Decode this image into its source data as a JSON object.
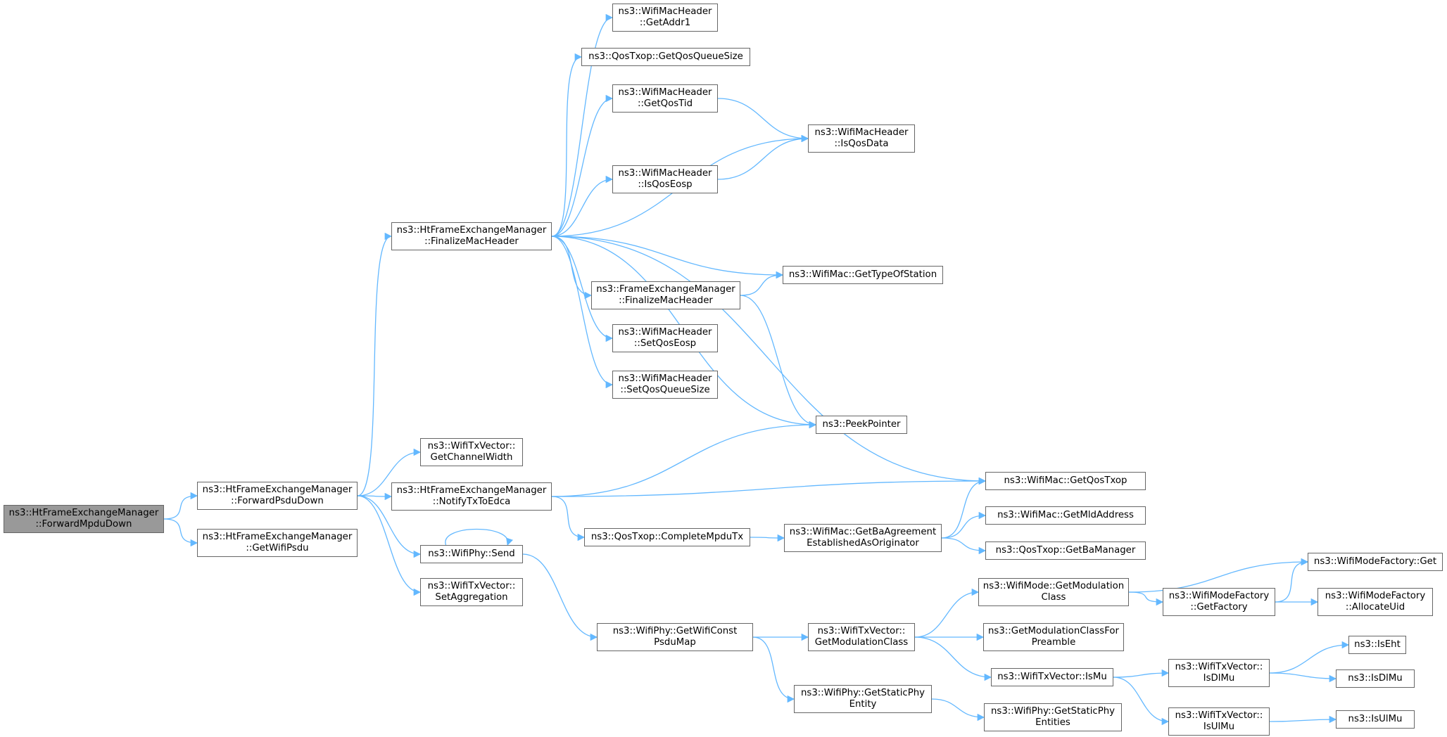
{
  "colors": {
    "edge": "#63b8ff",
    "node_border": "#666666",
    "root_fill": "#999999",
    "node_fill": "#ffffff"
  },
  "nodes": {
    "n0": {
      "lines": [
        "ns3::HtFrameExchangeManager",
        "::ForwardMpduDown"
      ],
      "root": true
    },
    "n1": {
      "lines": [
        "ns3::HtFrameExchangeManager",
        "::ForwardPsduDown"
      ]
    },
    "n2": {
      "lines": [
        "ns3::HtFrameExchangeManager",
        "::GetWifiPsdu"
      ]
    },
    "n3": {
      "lines": [
        "ns3::HtFrameExchangeManager",
        "::FinalizeMacHeader"
      ]
    },
    "n4": {
      "lines": [
        "ns3::WifiTxVector::",
        "GetChannelWidth"
      ]
    },
    "n5": {
      "lines": [
        "ns3::HtFrameExchangeManager",
        "::NotifyTxToEdca"
      ]
    },
    "n6": {
      "lines": [
        "ns3::WifiPhy::Send"
      ]
    },
    "n7": {
      "lines": [
        "ns3::WifiTxVector::",
        "SetAggregation"
      ]
    },
    "n8": {
      "lines": [
        "ns3::WifiMacHeader",
        "::GetAddr1"
      ]
    },
    "n9": {
      "lines": [
        "ns3::QosTxop::GetQosQueueSize"
      ]
    },
    "n10": {
      "lines": [
        "ns3::WifiMacHeader",
        "::GetQosTid"
      ]
    },
    "n11": {
      "lines": [
        "ns3::WifiMacHeader",
        "::IsQosEosp"
      ]
    },
    "n12": {
      "lines": [
        "ns3::FrameExchangeManager",
        "::FinalizeMacHeader"
      ]
    },
    "n13": {
      "lines": [
        "ns3::WifiMacHeader",
        "::SetQosEosp"
      ]
    },
    "n14": {
      "lines": [
        "ns3::WifiMacHeader",
        "::SetQosQueueSize"
      ]
    },
    "n15": {
      "lines": [
        "ns3::WifiMacHeader",
        "::IsQosData"
      ]
    },
    "n16": {
      "lines": [
        "ns3::WifiMac::GetTypeOfStation"
      ]
    },
    "n17": {
      "lines": [
        "ns3::PeekPointer"
      ]
    },
    "n18": {
      "lines": [
        "ns3::WifiMac::GetQosTxop"
      ]
    },
    "n19": {
      "lines": [
        "ns3::QosTxop::CompleteMpduTx"
      ]
    },
    "n20": {
      "lines": [
        "ns3::WifiMac::GetBaAgreement",
        "EstablishedAsOriginator"
      ]
    },
    "n21": {
      "lines": [
        "ns3::WifiMac::GetMldAddress"
      ]
    },
    "n22": {
      "lines": [
        "ns3::QosTxop::GetBaManager"
      ]
    },
    "n23": {
      "lines": [
        "ns3::WifiPhy::GetWifiConst",
        "PsduMap"
      ]
    },
    "n24": {
      "lines": [
        "ns3::WifiTxVector::",
        "GetModulationClass"
      ]
    },
    "n25": {
      "lines": [
        "ns3::WifiPhy::GetStaticPhy",
        "Entity"
      ]
    },
    "n26": {
      "lines": [
        "ns3::WifiMode::GetModulation",
        "Class"
      ]
    },
    "n27": {
      "lines": [
        "ns3::GetModulationClassFor",
        "Preamble"
      ]
    },
    "n28": {
      "lines": [
        "ns3::WifiTxVector::IsMu"
      ]
    },
    "n29": {
      "lines": [
        "ns3::WifiPhy::GetStaticPhy",
        "Entities"
      ]
    },
    "n30": {
      "lines": [
        "ns3::WifiModeFactory::Get"
      ]
    },
    "n31": {
      "lines": [
        "ns3::WifiModeFactory",
        "::GetFactory"
      ]
    },
    "n32": {
      "lines": [
        "ns3::WifiModeFactory",
        "::AllocateUid"
      ]
    },
    "n33": {
      "lines": [
        "ns3::WifiTxVector::",
        "IsDlMu"
      ]
    },
    "n34": {
      "lines": [
        "ns3::WifiTxVector::",
        "IsUlMu"
      ]
    },
    "n35": {
      "lines": [
        "ns3::IsEht"
      ]
    },
    "n36": {
      "lines": [
        "ns3::IsDlMu"
      ]
    },
    "n37": {
      "lines": [
        "ns3::IsUlMu"
      ]
    }
  },
  "edges": [
    [
      "n0",
      "n1"
    ],
    [
      "n0",
      "n2"
    ],
    [
      "n1",
      "n3"
    ],
    [
      "n1",
      "n4"
    ],
    [
      "n1",
      "n5"
    ],
    [
      "n1",
      "n6"
    ],
    [
      "n1",
      "n7"
    ],
    [
      "n3",
      "n8"
    ],
    [
      "n3",
      "n9"
    ],
    [
      "n3",
      "n10"
    ],
    [
      "n3",
      "n15"
    ],
    [
      "n3",
      "n11"
    ],
    [
      "n3",
      "n18"
    ],
    [
      "n3",
      "n16"
    ],
    [
      "n3",
      "n12"
    ],
    [
      "n3",
      "n13"
    ],
    [
      "n3",
      "n14"
    ],
    [
      "n3",
      "n17"
    ],
    [
      "n10",
      "n15"
    ],
    [
      "n11",
      "n15"
    ],
    [
      "n12",
      "n16"
    ],
    [
      "n12",
      "n17"
    ],
    [
      "n5",
      "n17"
    ],
    [
      "n5",
      "n18"
    ],
    [
      "n5",
      "n19"
    ],
    [
      "n19",
      "n20"
    ],
    [
      "n20",
      "n18"
    ],
    [
      "n20",
      "n21"
    ],
    [
      "n20",
      "n22"
    ],
    [
      "n6",
      "n6"
    ],
    [
      "n6",
      "n23"
    ],
    [
      "n23",
      "n24"
    ],
    [
      "n23",
      "n25"
    ],
    [
      "n24",
      "n26"
    ],
    [
      "n24",
      "n27"
    ],
    [
      "n24",
      "n28"
    ],
    [
      "n25",
      "n29"
    ],
    [
      "n26",
      "n30"
    ],
    [
      "n26",
      "n31"
    ],
    [
      "n31",
      "n30"
    ],
    [
      "n31",
      "n32"
    ],
    [
      "n28",
      "n33"
    ],
    [
      "n28",
      "n34"
    ],
    [
      "n33",
      "n35"
    ],
    [
      "n33",
      "n36"
    ],
    [
      "n34",
      "n37"
    ]
  ]
}
